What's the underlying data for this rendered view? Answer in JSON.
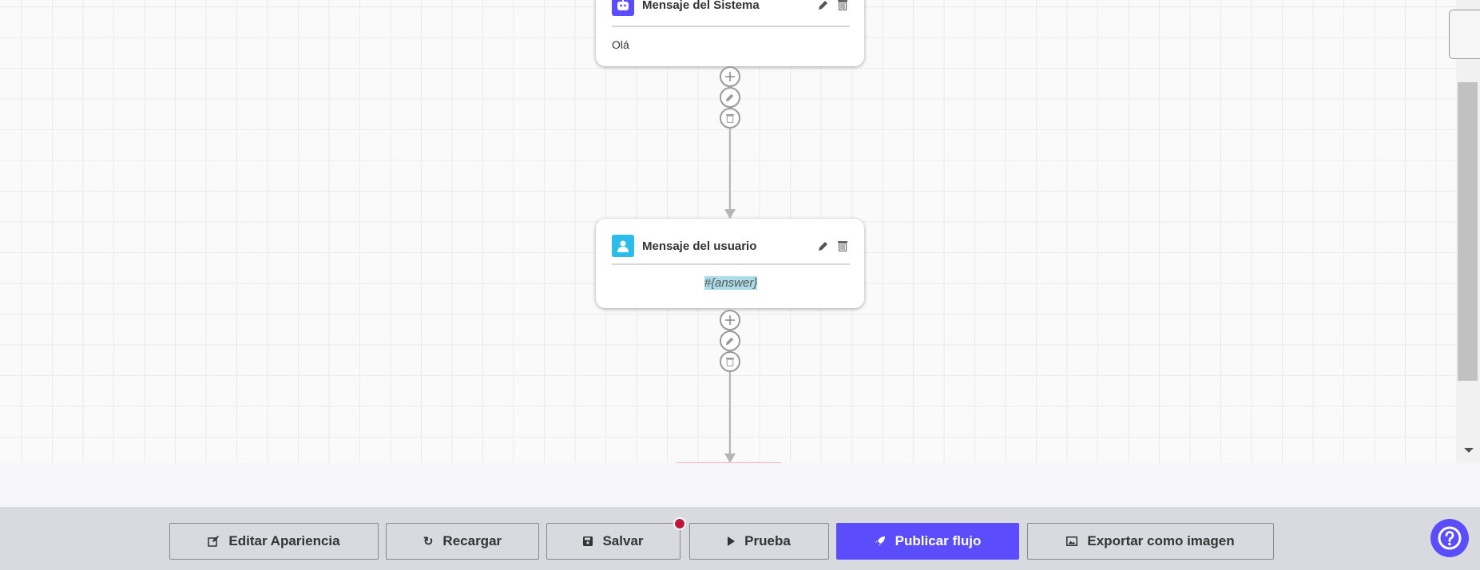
{
  "nodes": [
    {
      "title": "Mensaje del Sistema",
      "body": "Olá",
      "icon": "robot-icon",
      "color": "#5b4dfc"
    },
    {
      "title": "Mensaje del usuario",
      "body": "#{answer}",
      "icon": "user-icon",
      "color": "#2cbcea"
    }
  ],
  "toolbar": {
    "edit_appearance": "Editar Apariencia",
    "reload": "Recargar",
    "save": "Salvar",
    "test": "Prueba",
    "publish": "Publicar flujo",
    "export": "Exportar como imagen"
  },
  "colors": {
    "accent": "#5b4dfc",
    "unsaved_dot": "#c0163a",
    "variable_highlight": "#acdce8"
  }
}
